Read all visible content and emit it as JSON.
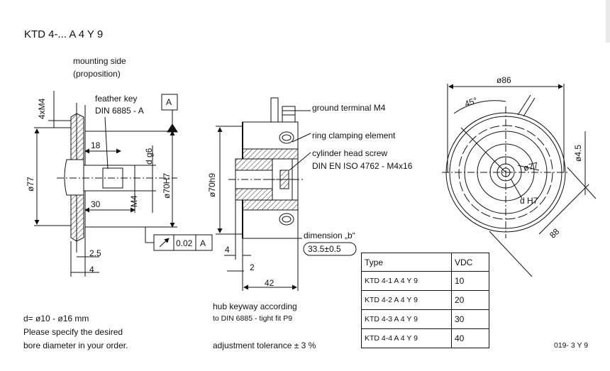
{
  "title": "KTD 4-... A 4 Y 9",
  "labels": {
    "mounting_side": "mounting side",
    "proposition": "(proposition)",
    "feather_key": "feather key",
    "din_6885_a": "DIN 6885 - A",
    "datum_a": "A",
    "ground_terminal": "ground terminal M4",
    "ring_clamping": "ring clamping element",
    "cylinder_head": "cylinder head screw",
    "din_en_iso": "DIN EN ISO 4762 - M4x16",
    "dimension_b": "dimension „b“",
    "dimension_b_value": "33.5±0.5",
    "tolerance_value": "0.02",
    "tolerance_datum": "A"
  },
  "dimensions": {
    "d4xM4": "4xM4",
    "d18": "18",
    "dg6": "d g6",
    "d77": "ø77",
    "d70H7": "ø70H7",
    "d30": "30",
    "M4": "M4",
    "d2_5": "2.5",
    "d4_left": "4",
    "d70h9": "ø70h9",
    "d4_mid": "4",
    "d2": "2",
    "d42": "42",
    "d86": "ø86",
    "d45": "45°",
    "d4_5": "ø4.5",
    "d77_front": "ø77",
    "dH7": "d H7",
    "d88": "88"
  },
  "notes": {
    "bore_range": "d= ø10 - ø16 mm",
    "specify_1": "Please specify the desired",
    "specify_2": "bore diameter in your order.",
    "keyway_1": "hub keyway according",
    "keyway_2": "to DIN 6885 - tight fit P9",
    "adjustment": "adjustment tolerance ± 3 %",
    "drawing_code": "019- 3 Y 9"
  },
  "table": {
    "headers": {
      "type": "Type",
      "vdc": "VDC"
    },
    "rows": [
      {
        "type": "KTD 4-1 A 4 Y 9",
        "vdc": "10"
      },
      {
        "type": "KTD 4-2 A 4 Y 9",
        "vdc": "20"
      },
      {
        "type": "KTD 4-3 A 4 Y 9",
        "vdc": "30"
      },
      {
        "type": "KTD 4-4 A 4 Y 9",
        "vdc": "40"
      }
    ]
  }
}
